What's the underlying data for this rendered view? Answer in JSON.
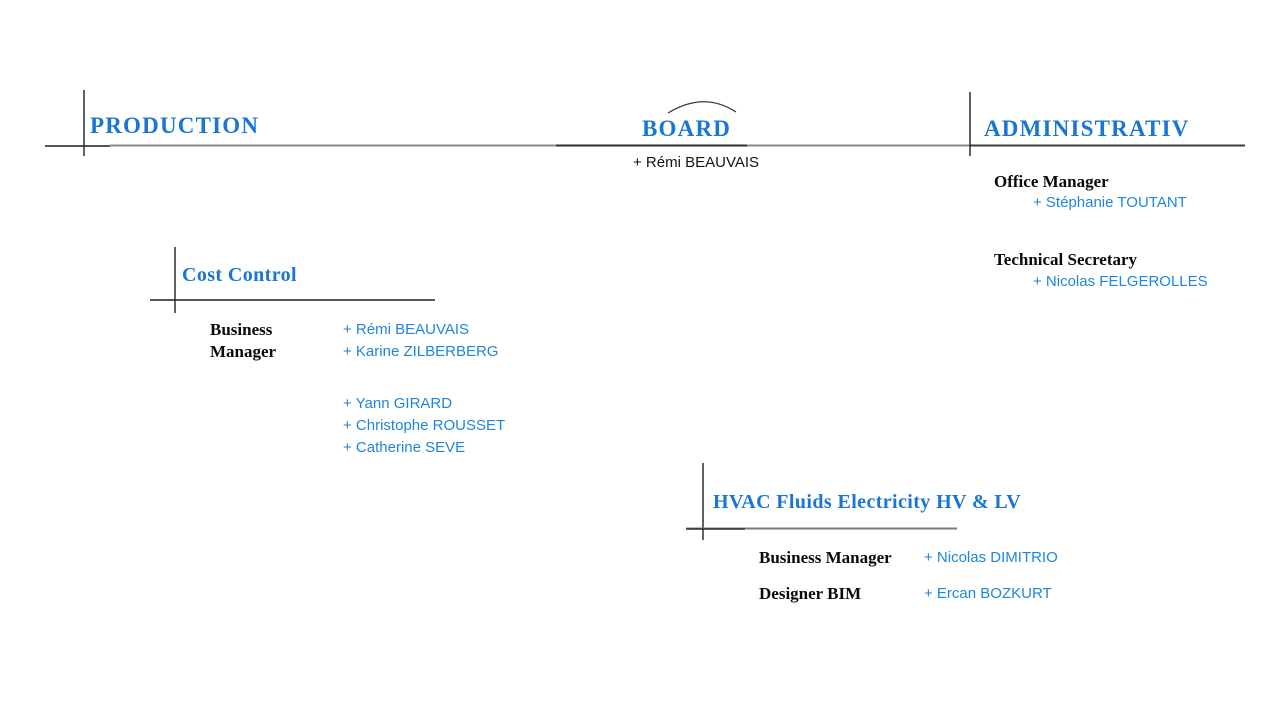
{
  "colors": {
    "section_title_blue": "#1976D2",
    "person_name_blue": "#1E86DC",
    "text_black": "#141414",
    "connector_gray": "#8A8A8A"
  },
  "board": {
    "title": "BOARD",
    "members": [
      "+ Rémi BEAUVAIS"
    ]
  },
  "production": {
    "title": "PRODUCTION"
  },
  "administrativ": {
    "title": "ADMINISTRATIV",
    "roles": [
      {
        "title": "Office Manager",
        "names": [
          "+ Stéphanie TOUTANT"
        ]
      },
      {
        "title": "Technical Secretary",
        "names": [
          "+ Nicolas FELGEROLLES"
        ]
      }
    ]
  },
  "cost_control": {
    "title": "Cost Control",
    "role_line1": "Business",
    "role_line2": "Manager",
    "manager_names": [
      "+ Rémi BEAUVAIS",
      "+ Karine ZILBERBERG"
    ],
    "team_names": [
      "+ Yann GIRARD",
      "+ Christophe ROUSSET",
      "+ Catherine SEVE"
    ]
  },
  "hvac": {
    "title": "HVAC Fluids Electricity HV & LV",
    "rows": [
      {
        "role": "Business Manager",
        "name": "+ Nicolas DIMITRIO"
      },
      {
        "role": "Designer BIM",
        "name": "+ Ercan BOZKURT"
      }
    ]
  }
}
